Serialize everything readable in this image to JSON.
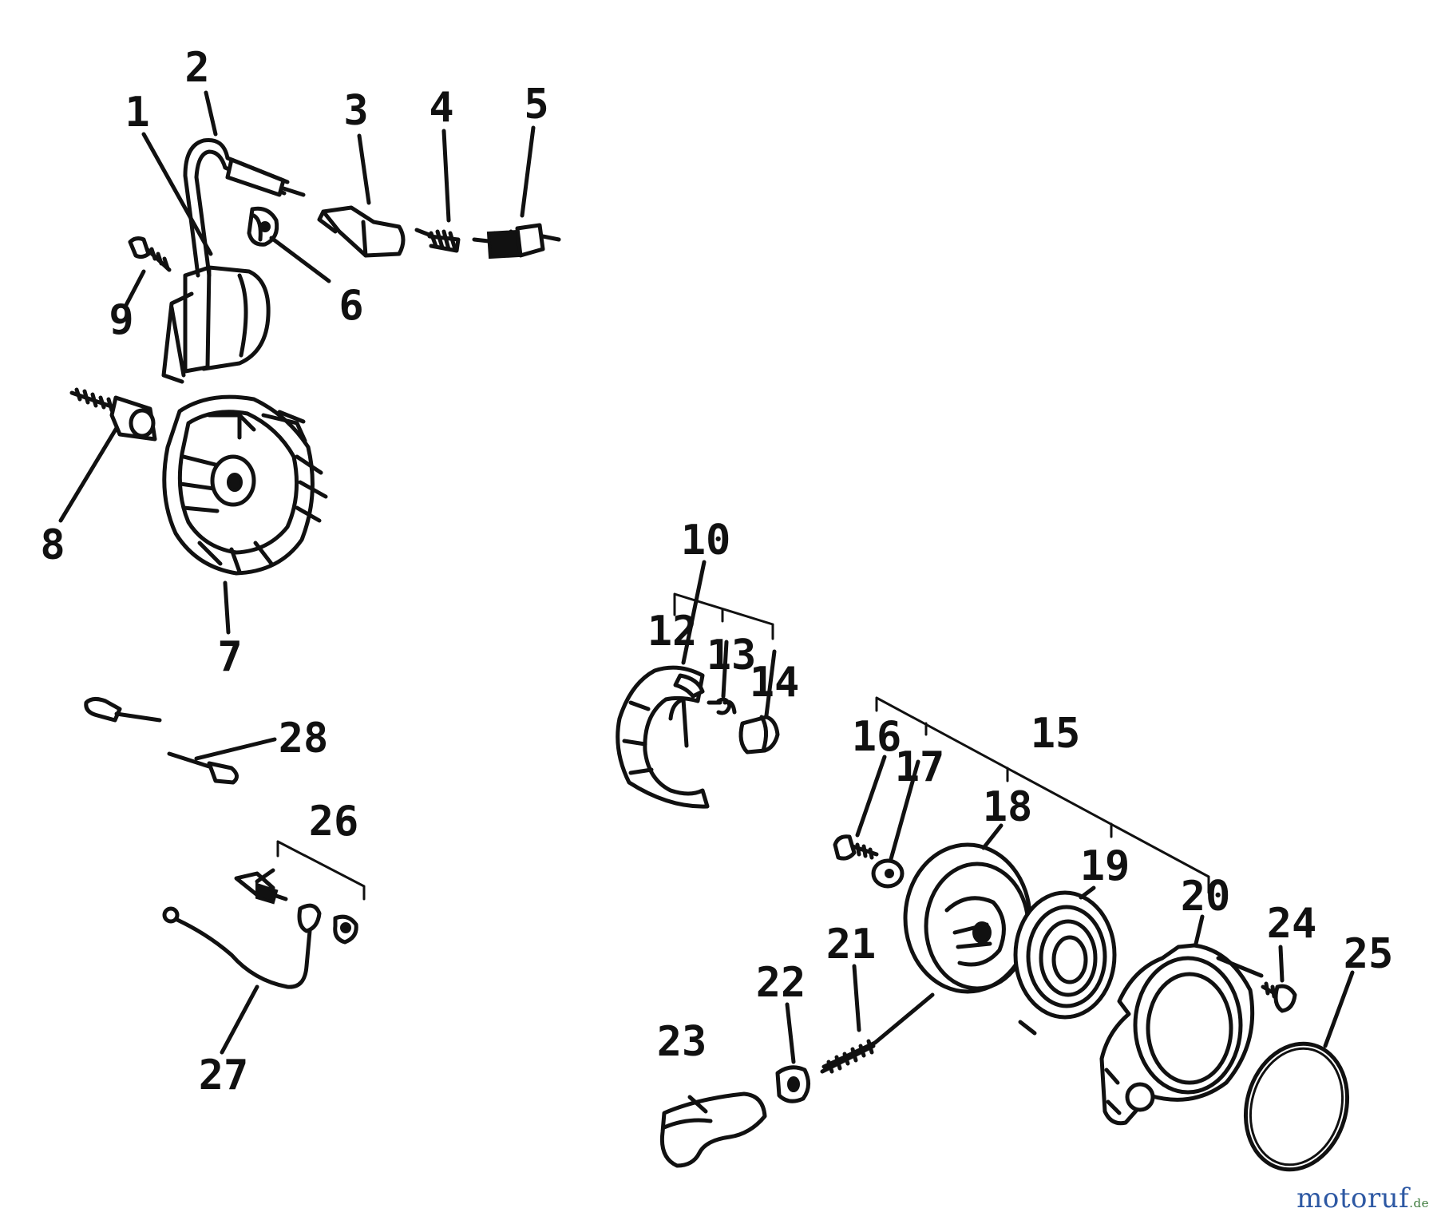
{
  "callouts": [
    {
      "id": "1",
      "label": "1"
    },
    {
      "id": "2",
      "label": "2"
    },
    {
      "id": "3",
      "label": "3"
    },
    {
      "id": "4",
      "label": "4"
    },
    {
      "id": "5",
      "label": "5"
    },
    {
      "id": "6",
      "label": "6"
    },
    {
      "id": "7",
      "label": "7"
    },
    {
      "id": "8",
      "label": "8"
    },
    {
      "id": "9",
      "label": "9"
    },
    {
      "id": "10",
      "label": "10"
    },
    {
      "id": "12",
      "label": "12"
    },
    {
      "id": "13",
      "label": "13"
    },
    {
      "id": "14",
      "label": "14"
    },
    {
      "id": "15",
      "label": "15"
    },
    {
      "id": "16",
      "label": "16"
    },
    {
      "id": "17",
      "label": "17"
    },
    {
      "id": "18",
      "label": "18"
    },
    {
      "id": "19",
      "label": "19"
    },
    {
      "id": "20",
      "label": "20"
    },
    {
      "id": "21",
      "label": "21"
    },
    {
      "id": "22",
      "label": "22"
    },
    {
      "id": "23",
      "label": "23"
    },
    {
      "id": "24",
      "label": "24"
    },
    {
      "id": "25",
      "label": "25"
    },
    {
      "id": "26",
      "label": "26"
    },
    {
      "id": "27",
      "label": "27"
    },
    {
      "id": "28",
      "label": "28"
    }
  ],
  "watermark": {
    "brand": "motoruf",
    "tld": ".de"
  }
}
